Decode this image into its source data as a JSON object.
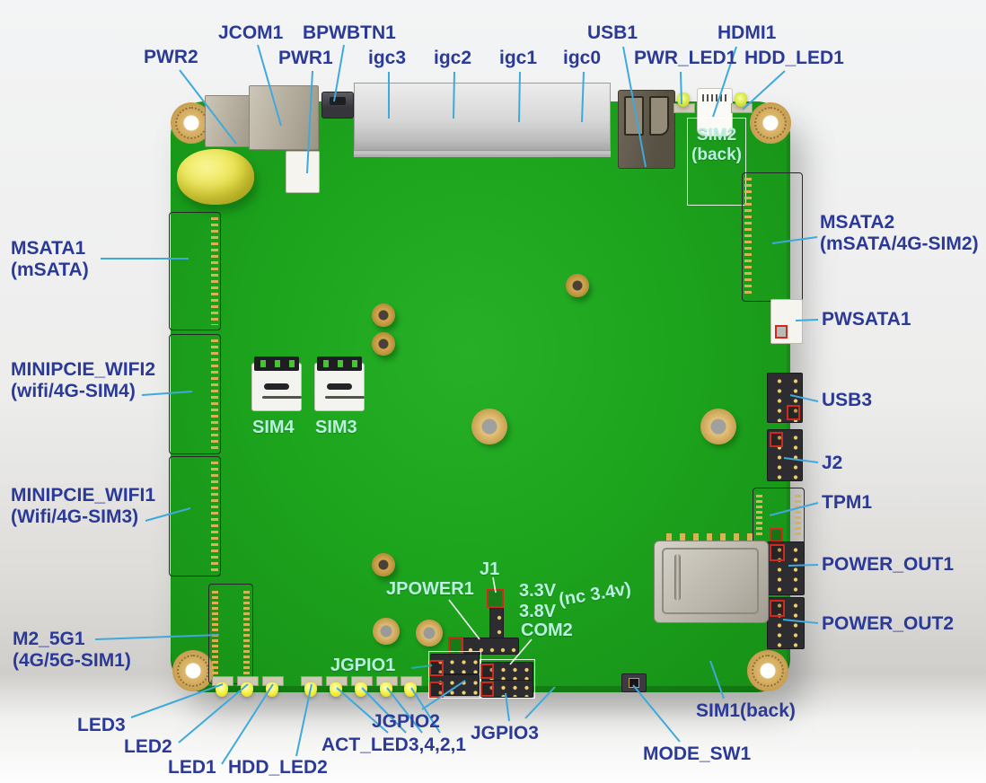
{
  "colors": {
    "board_green": "#1ba11b",
    "label_blue": "#2b3a97",
    "label_cyan": "#b9f0e0",
    "leader_blue": "#3fa9dc",
    "pin1_red": "#d02a1e"
  },
  "labels": {
    "pwr2": {
      "text": "PWR2"
    },
    "jcom1": {
      "text": "JCOM1"
    },
    "pwr1": {
      "text": "PWR1"
    },
    "bpwbtn1": {
      "text": "BPWBTN1"
    },
    "igc3": {
      "text": "igc3"
    },
    "igc2": {
      "text": "igc2"
    },
    "igc1": {
      "text": "igc1"
    },
    "igc0": {
      "text": "igc0"
    },
    "usb1": {
      "text": "USB1"
    },
    "pwr_led1": {
      "text": "PWR_LED1"
    },
    "hdmi1": {
      "text": "HDMI1"
    },
    "hdd_led1": {
      "text": "HDD_LED1"
    },
    "sim2_back": {
      "text": "SIM2\n(back)"
    },
    "msata2": {
      "text": "MSATA2\n(mSATA/4G-SIM2)"
    },
    "pwsata1": {
      "text": "PWSATA1"
    },
    "usb3": {
      "text": "USB3"
    },
    "j2": {
      "text": "J2"
    },
    "tpm1": {
      "text": "TPM1"
    },
    "power_out1": {
      "text": "POWER_OUT1"
    },
    "power_out2": {
      "text": "POWER_OUT2"
    },
    "msata1": {
      "text": "MSATA1\n(mSATA)"
    },
    "minipcie_wifi2": {
      "text": "MINIPCIE_WIFI2\n(wifi/4G-SIM4)"
    },
    "minipcie_wifi1": {
      "text": "MINIPCIE_WIFI1\n(Wifi/4G-SIM3)"
    },
    "m2_5g1": {
      "text": "M2_5G1\n(4G/5G-SIM1)"
    },
    "sim4": {
      "text": "SIM4"
    },
    "sim3": {
      "text": "SIM3"
    },
    "j1": {
      "text": "J1"
    },
    "jpower1": {
      "text": "JPOWER1"
    },
    "v33": {
      "text": "3.3V"
    },
    "v38": {
      "text": "3.8V"
    },
    "nc34": {
      "text": "(nc 3.4v)"
    },
    "com2": {
      "text": "COM2"
    },
    "jgpio1": {
      "text": "JGPIO1"
    },
    "jgpio2": {
      "text": "JGPIO2"
    },
    "jgpio3": {
      "text": "JGPIO3"
    },
    "led3": {
      "text": "LED3"
    },
    "led2": {
      "text": "LED2"
    },
    "led1": {
      "text": "LED1"
    },
    "hdd_led2": {
      "text": "HDD_LED2"
    },
    "act_leds": {
      "text": "ACT_LED3,4,2,1"
    },
    "sim1_back": {
      "text": "SIM1(back)"
    },
    "mode_sw1": {
      "text": "MODE_SW1"
    }
  }
}
